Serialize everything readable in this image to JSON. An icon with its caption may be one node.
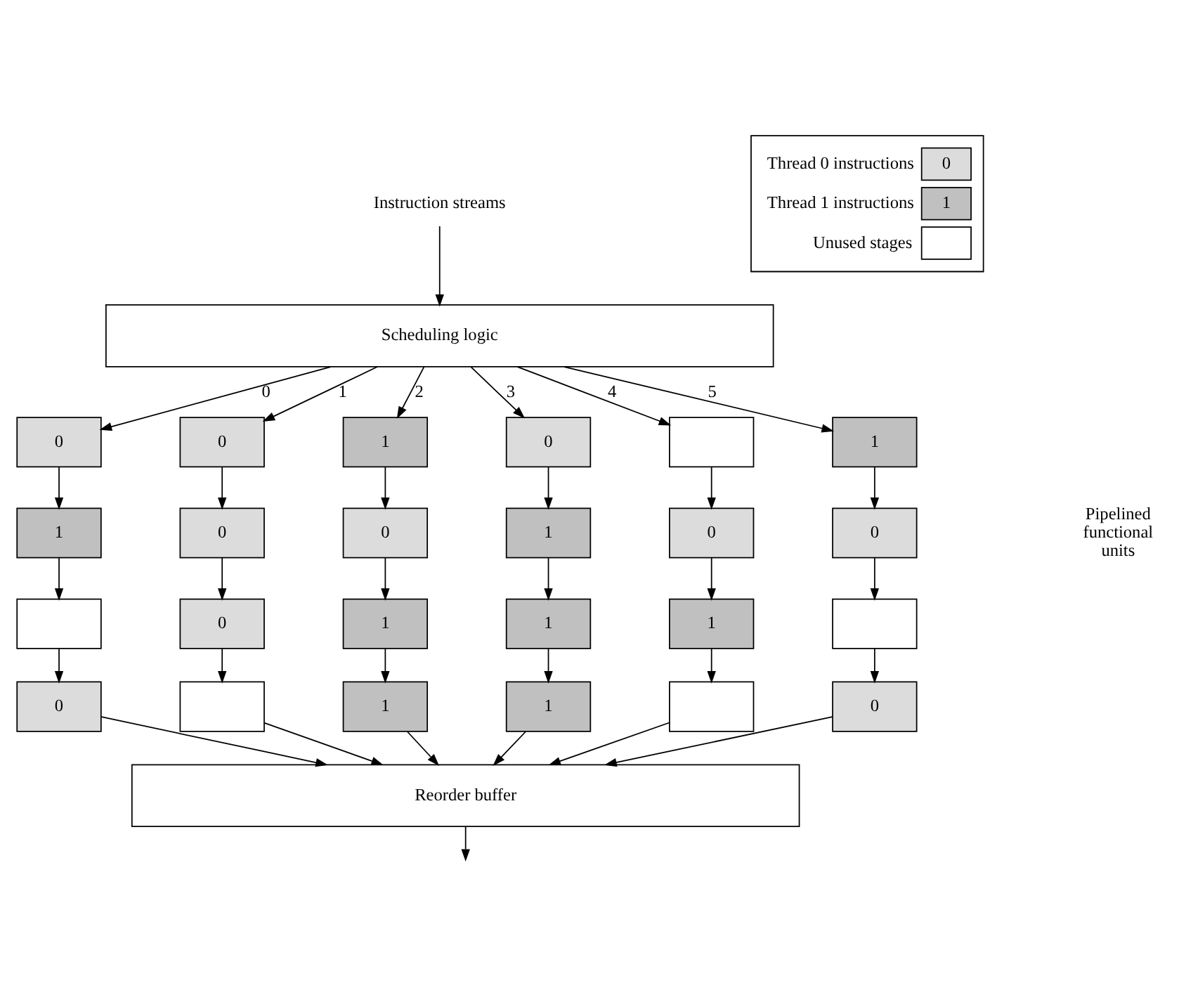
{
  "diagram": {
    "nodes": [
      {
        "text": [
          "Instruction streams"
        ]
      },
      {
        "text": [
          "Scheduling logic"
        ]
      },
      {
        "text": [
          "0"
        ]
      },
      {
        "text": [
          "0"
        ]
      },
      {
        "text": [
          "1"
        ]
      },
      {
        "text": [
          "0"
        ]
      },
      {
        "text": [],
        "shape": "box"
      },
      {
        "text": [
          "1"
        ]
      },
      {
        "text": [
          "1"
        ]
      },
      {
        "text": [
          "0"
        ]
      },
      {
        "text": [
          "0"
        ]
      },
      {
        "text": [
          "1"
        ]
      },
      {
        "text": [
          "0"
        ]
      },
      {
        "text": [
          "0"
        ]
      },
      {
        "text": [],
        "shape": "box"
      },
      {
        "text": [
          "0"
        ]
      },
      {
        "text": [
          "1"
        ]
      },
      {
        "text": [
          "1"
        ]
      },
      {
        "text": [
          "1"
        ]
      },
      {
        "text": [],
        "shape": "box"
      },
      {
        "text": [
          "0"
        ]
      },
      {
        "text": [],
        "shape": "box"
      },
      {
        "text": [
          "1"
        ]
      },
      {
        "text": [
          "1"
        ]
      },
      {
        "text": [],
        "shape": "box"
      },
      {
        "text": [
          "0"
        ]
      },
      {
        "text": [
          "Reorder buffer"
        ]
      }
    ],
    "edges": [
      {
        "from": 0,
        "to": 1,
        "arrow": "to"
      },
      {
        "from": 1,
        "to": 2,
        "arrow": "to",
        "label": "0"
      },
      {
        "from": 1,
        "to": 3,
        "arrow": "to",
        "label": "1"
      },
      {
        "from": 1,
        "to": 4,
        "arrow": "to",
        "label": "2"
      },
      {
        "from": 1,
        "to": 5,
        "arrow": "to",
        "label": "3"
      },
      {
        "from": 1,
        "to": 6,
        "arrow": "to",
        "label": "4"
      },
      {
        "from": 1,
        "to": 7,
        "arrow": "to",
        "label": "5"
      },
      {
        "from": 2,
        "to": 8,
        "arrow": "to"
      },
      {
        "from": 3,
        "to": 9,
        "arrow": "to"
      },
      {
        "from": 4,
        "to": 10,
        "arrow": "to"
      },
      {
        "from": 5,
        "to": 11,
        "arrow": "to"
      },
      {
        "from": 6,
        "to": 12,
        "arrow": "to"
      },
      {
        "from": 7,
        "to": 13,
        "arrow": "to"
      },
      {
        "from": 8,
        "to": 14,
        "arrow": "to"
      },
      {
        "from": 9,
        "to": 15,
        "arrow": "to"
      },
      {
        "from": 10,
        "to": 16,
        "arrow": "to"
      },
      {
        "from": 11,
        "to": 17,
        "arrow": "to"
      },
      {
        "from": 12,
        "to": 18,
        "arrow": "to"
      },
      {
        "from": 13,
        "to": 19,
        "arrow": "to"
      },
      {
        "from": 14,
        "to": 20,
        "arrow": "to"
      },
      {
        "from": 15,
        "to": 21,
        "arrow": "to"
      },
      {
        "from": 16,
        "to": 22,
        "arrow": "to"
      },
      {
        "from": 17,
        "to": 23,
        "arrow": "to"
      },
      {
        "from": 18,
        "to": 24,
        "arrow": "to"
      },
      {
        "from": 19,
        "to": 25,
        "arrow": "to"
      },
      {
        "from": 20,
        "to": 26,
        "arrow": "to"
      },
      {
        "from": 21,
        "to": 26,
        "arrow": "to"
      },
      {
        "from": 22,
        "to": 26,
        "arrow": "to"
      },
      {
        "from": 23,
        "to": 26,
        "arrow": "to"
      },
      {
        "from": 24,
        "to": 26,
        "arrow": "to"
      },
      {
        "from": 25,
        "to": 26,
        "arrow": "to"
      },
      {
        "from": 26,
        "to": null,
        "arrow": "to"
      }
    ],
    "labels": [
      "Pipelined functional units",
      "0",
      "1"
    ],
    "legend": [
      {
        "text": "Thread 0 instructions",
        "color": "#dcdcdc"
      },
      {
        "text": "Thread 1 instructions",
        "color": "#c0c0c0"
      },
      {
        "text": "Unused stages",
        "color": "#ffffff"
      }
    ]
  }
}
